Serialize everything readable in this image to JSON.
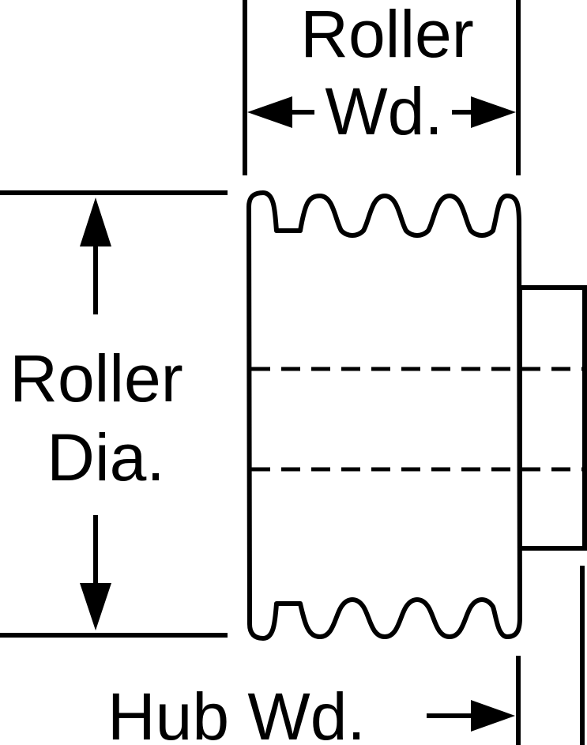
{
  "labels": {
    "roller_wd_line1": "Roller",
    "roller_wd_line2": "Wd.",
    "roller_dia_line1": "Roller",
    "roller_dia_line2": "Dia.",
    "hub_wd": "Hub Wd."
  },
  "colors": {
    "stroke": "#000000",
    "background": "#ffffff"
  }
}
